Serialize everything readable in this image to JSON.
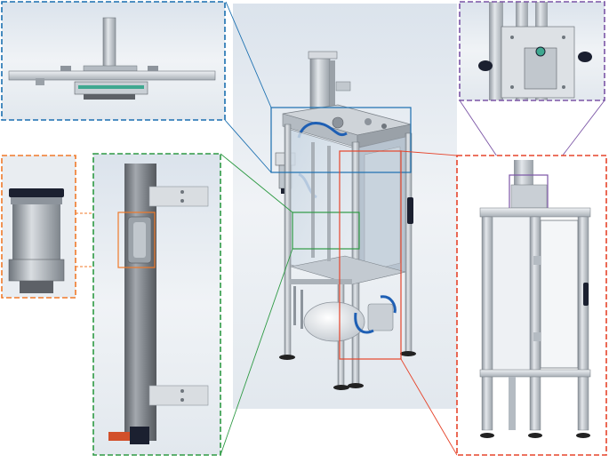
{
  "figure": {
    "panels": [
      {
        "id": "top-assembly-detail",
        "border_color": "#1a6fb0"
      },
      {
        "id": "cylinder-detail",
        "border_color": "#f07a2a"
      },
      {
        "id": "rail-detail",
        "border_color": "#2e9a44"
      },
      {
        "id": "door-hinge-detail",
        "border_color": "#7b55a6"
      },
      {
        "id": "front-view-detail",
        "border_color": "#e6452c"
      },
      {
        "id": "main-isometric-view",
        "border_color": "none"
      }
    ],
    "colors": {
      "frame_metal": "#c7ccd2",
      "glass": "#cfdbe6",
      "hose": "#1e5fb4",
      "background": "#e4eaf0"
    }
  }
}
